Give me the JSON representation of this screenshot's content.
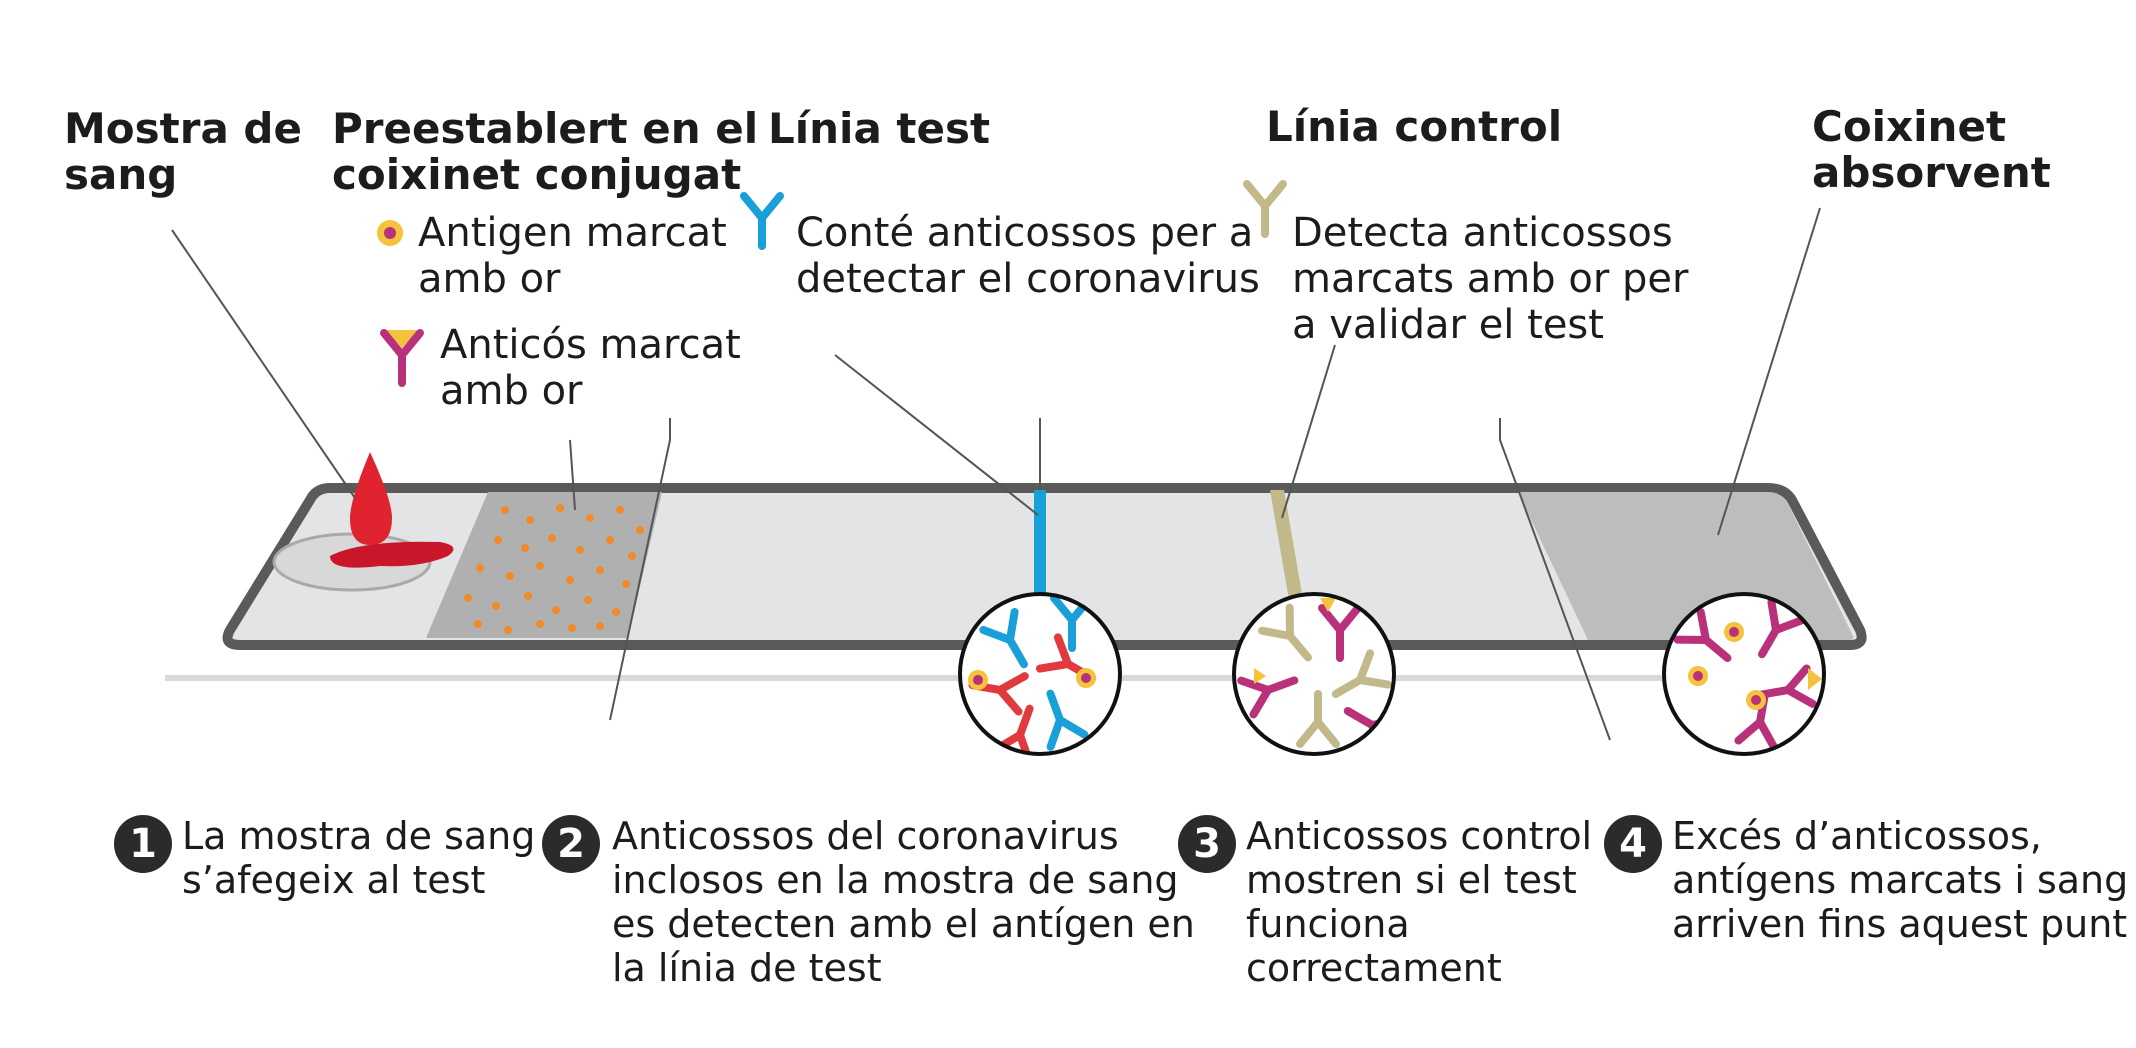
{
  "labels": {
    "blood_sample": [
      "Mostra de",
      "sang"
    ],
    "conjugate_pad": [
      "Preestablert en el",
      "coixinet conjugat"
    ],
    "gold_antigen": [
      "Antigen marcat",
      "amb or"
    ],
    "gold_antibody": [
      "Anticós marcat",
      "amb or"
    ],
    "test_line_title": "Línia test",
    "test_line_desc": [
      "Conté anticossos per a",
      "detectar el coronavirus"
    ],
    "control_line_title": "Línia control",
    "control_line_desc": [
      "Detecta anticossos",
      "marcats amb or per",
      "a validar el test"
    ],
    "absorbent_pad": [
      "Coixinet",
      "absorvent"
    ]
  },
  "steps": [
    {
      "number": "1",
      "text": [
        "La mostra de sang",
        "s’afegeix al test"
      ]
    },
    {
      "number": "2",
      "text": [
        "Anticossos del coronavirus",
        "inclosos en la mostra de sang",
        "es detecten amb el antígen en",
        "la línia de test"
      ]
    },
    {
      "number": "3",
      "text": [
        "Anticossos control",
        "mostren si el test",
        "funciona",
        "correctament"
      ]
    },
    {
      "number": "4",
      "text": [
        "Excés d’anticossos,",
        "antígens marcats i sang",
        "arriven fins aquest punt"
      ]
    }
  ],
  "colors": {
    "blue_antibody": "#1aa0d8",
    "red_antibody": "#e03a3e",
    "magenta_antibody": "#b8317a",
    "olive_antibody": "#c2b98a",
    "gold": "#f5c33b",
    "blood": "#e0242f",
    "strip_outline": "#5a5a5a",
    "strip_fill": "#e3e4e6",
    "absorbent_fill": "#bdbdbd",
    "conjugate_fill": "#b0b0b0"
  }
}
